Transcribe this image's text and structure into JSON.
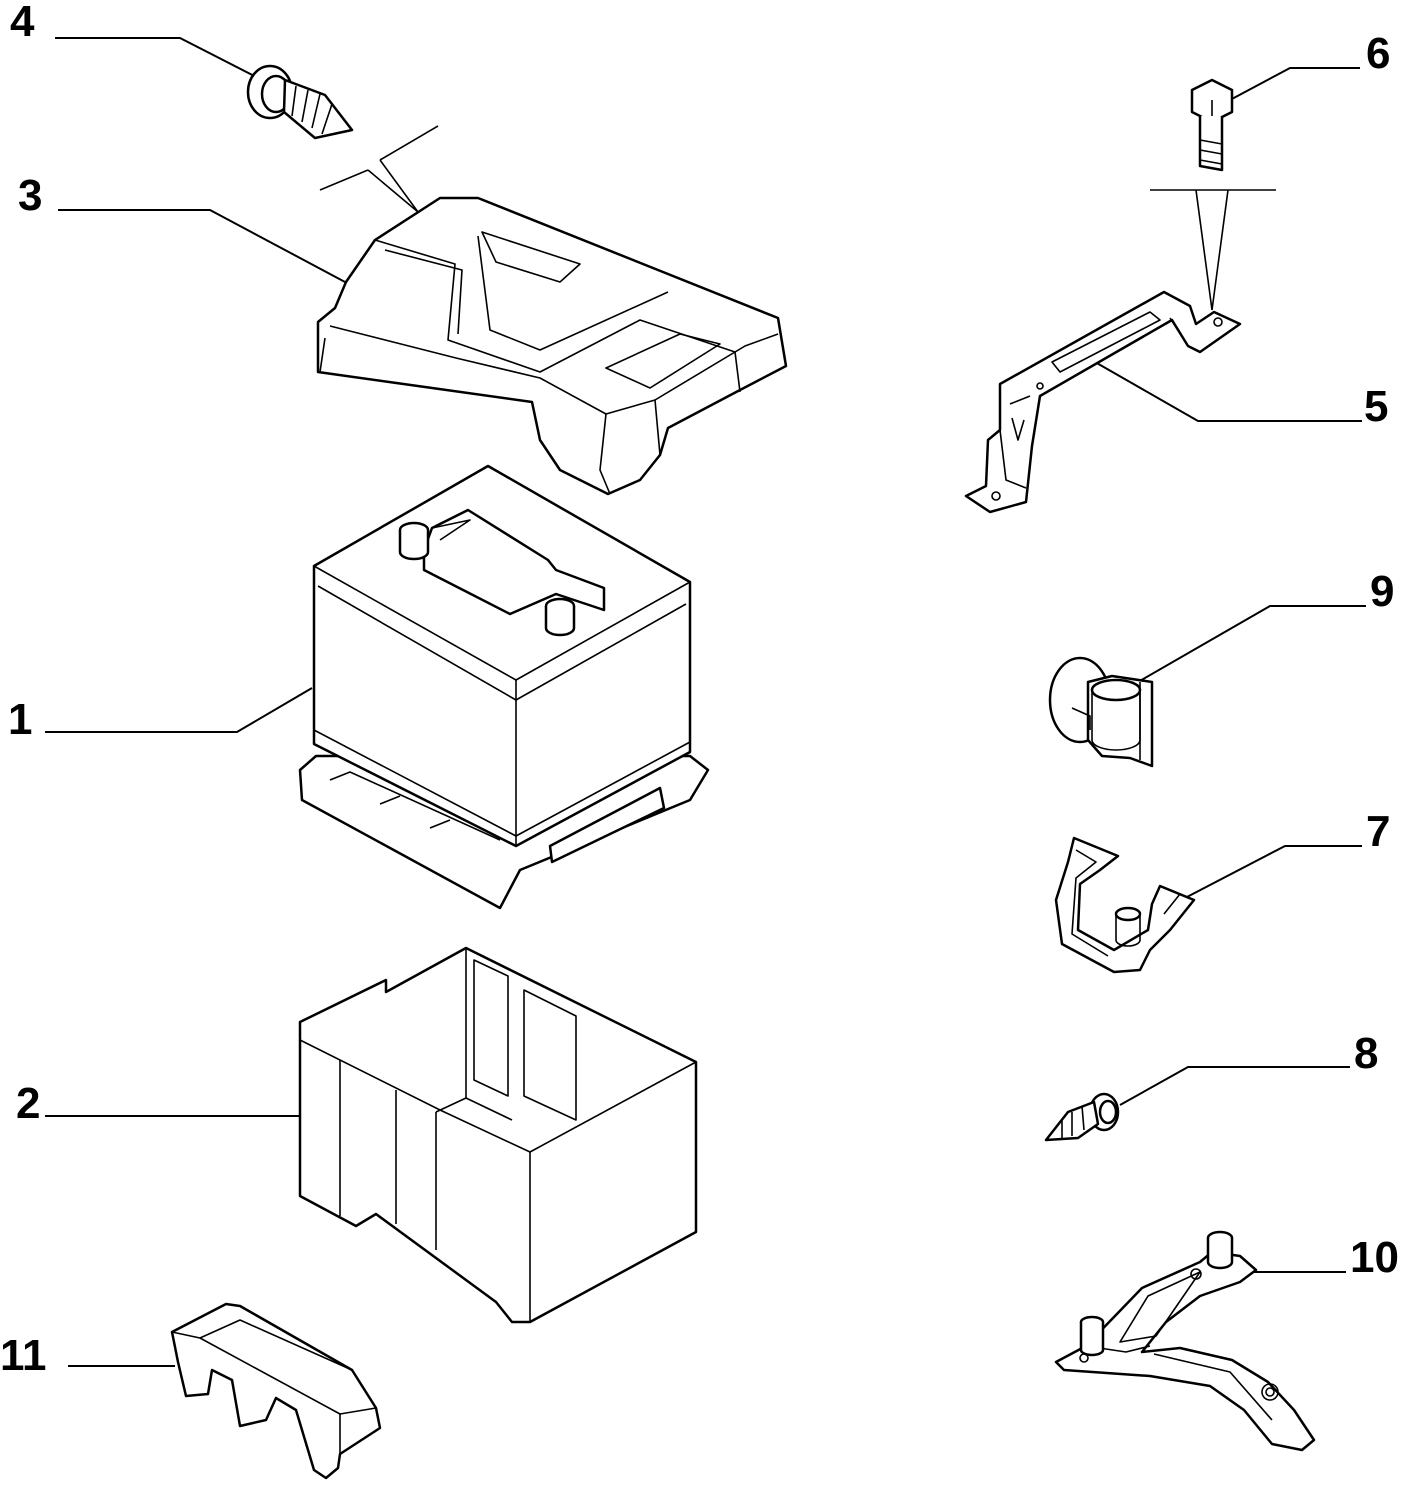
{
  "diagram": {
    "callouts": [
      "1",
      "2",
      "3",
      "4",
      "5",
      "6",
      "7",
      "8",
      "9",
      "10",
      "11"
    ]
  }
}
